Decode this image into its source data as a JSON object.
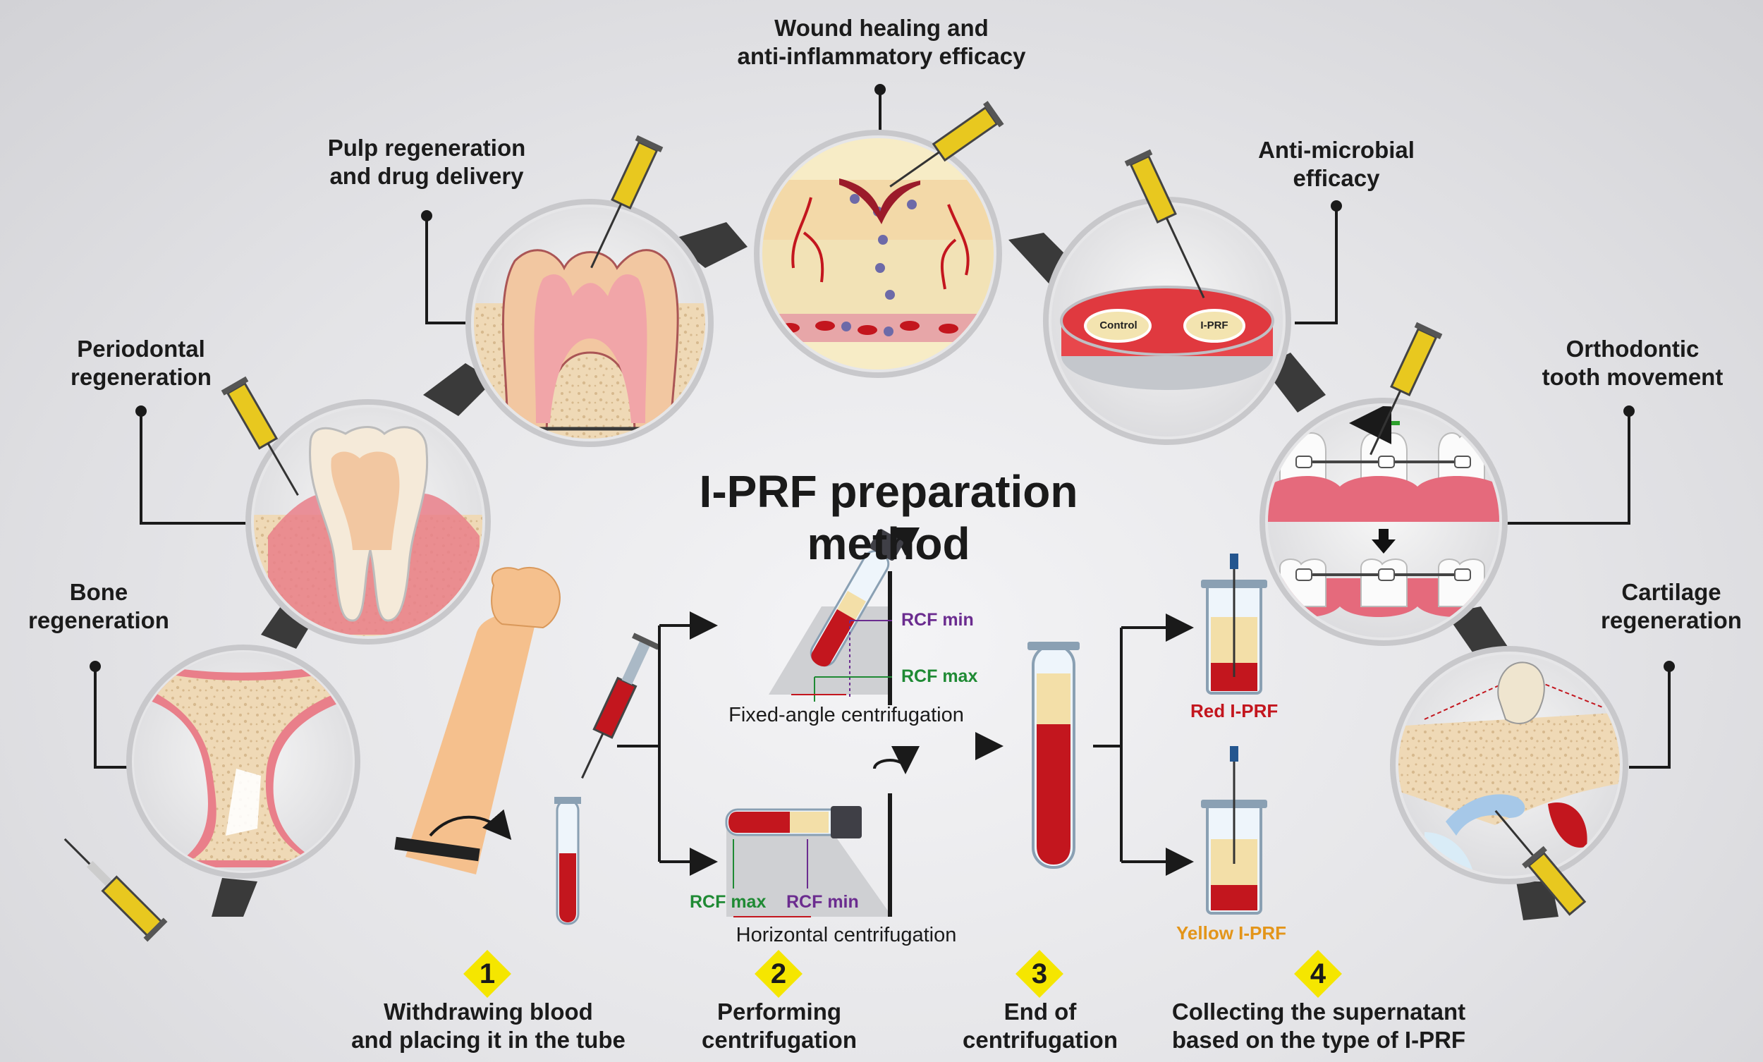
{
  "title": "I-PRF preparation method",
  "applications": [
    {
      "id": "bone",
      "line1": "Bone",
      "line2": "regeneration"
    },
    {
      "id": "periodontal",
      "line1": "Periodontal",
      "line2": "regeneration"
    },
    {
      "id": "pulp",
      "line1": "Pulp regeneration",
      "line2": "and drug delivery"
    },
    {
      "id": "wound",
      "line1": "Wound healing and",
      "line2": "anti-inflammatory efficacy"
    },
    {
      "id": "antimicrobial",
      "line1": "Anti-microbial",
      "line2": "efficacy"
    },
    {
      "id": "orthodontic",
      "line1": "Orthodontic",
      "line2": "tooth movement"
    },
    {
      "id": "cartilage",
      "line1": "Cartilage",
      "line2": "regeneration"
    }
  ],
  "dish": {
    "control": "Control",
    "iprf": "I-PRF"
  },
  "centrifugation": {
    "fixed_caption": "Fixed-angle centrifugation",
    "horizontal_caption": "Horizontal centrifugation",
    "rcf_min": "RCF min",
    "rcf_max": "RCF max"
  },
  "tubes": {
    "red": "Red I-PRF",
    "yellow": "Yellow I-PRF"
  },
  "steps": [
    {
      "num": "1",
      "line1": "Withdrawing blood",
      "line2": "and placing it in the tube"
    },
    {
      "num": "2",
      "line1": "Performing",
      "line2": "centrifugation"
    },
    {
      "num": "3",
      "line1": "End of",
      "line2": "centrifugation"
    },
    {
      "num": "4",
      "line1": "Collecting the supernatant",
      "line2": "based on the type of I-PRF"
    }
  ],
  "colors": {
    "blood": "#c3161e",
    "plasma": "#f3dfa8",
    "gum": "#e97f8a",
    "bone": "#eed7b4",
    "yellow_label": "#e3951a",
    "red_label": "#c3161e",
    "rcf_green": "#1f8a34",
    "rcf_purple": "#6b2c8f",
    "step_badge": "#f5e600"
  }
}
